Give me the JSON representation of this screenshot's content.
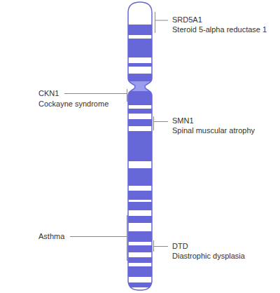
{
  "diagram": {
    "labels": [
      "SRD5A1",
      "Steroid 5-alpha reductase 1",
      "CKN1",
      "Cockayne syndrome",
      "SMN1",
      "Spinal muscular atrophy",
      "Asthma",
      "DTD",
      "Diastrophic dysplasia"
    ]
  }
}
